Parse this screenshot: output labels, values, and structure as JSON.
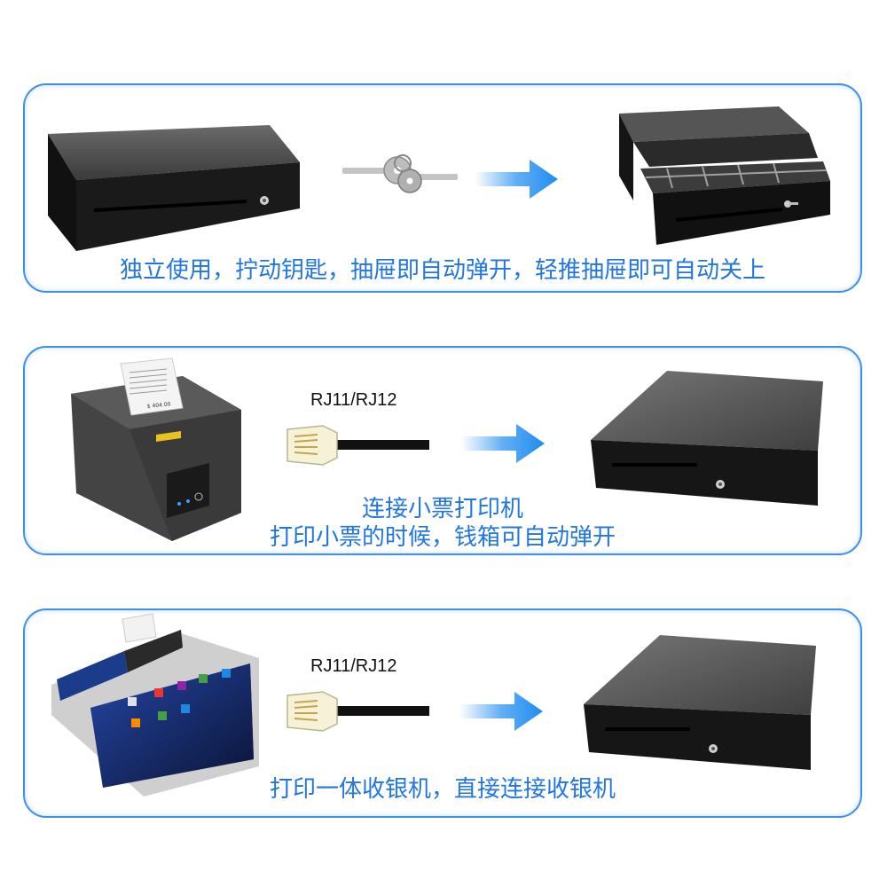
{
  "panels": [
    {
      "caption": "独立使用，拧动钥匙，抽屉即自动弹开，轻推抽屉即可自动关上"
    },
    {
      "cable_label": "RJ11/RJ12",
      "caption_line1": "连接小票打印机",
      "caption_line2": "打印小票的时候，钱箱可自动弹开",
      "printer_receipt_total": "$ 404.00"
    },
    {
      "cable_label": "RJ11/RJ12",
      "caption": "打印一体收银机，直接连接收银机"
    }
  ],
  "colors": {
    "accent": "#2176e0",
    "border": "#3a8ff0",
    "arrow": "#1f8cf0",
    "drawer_body": "#1a1a1a",
    "drawer_top": "#5a5a5a"
  }
}
